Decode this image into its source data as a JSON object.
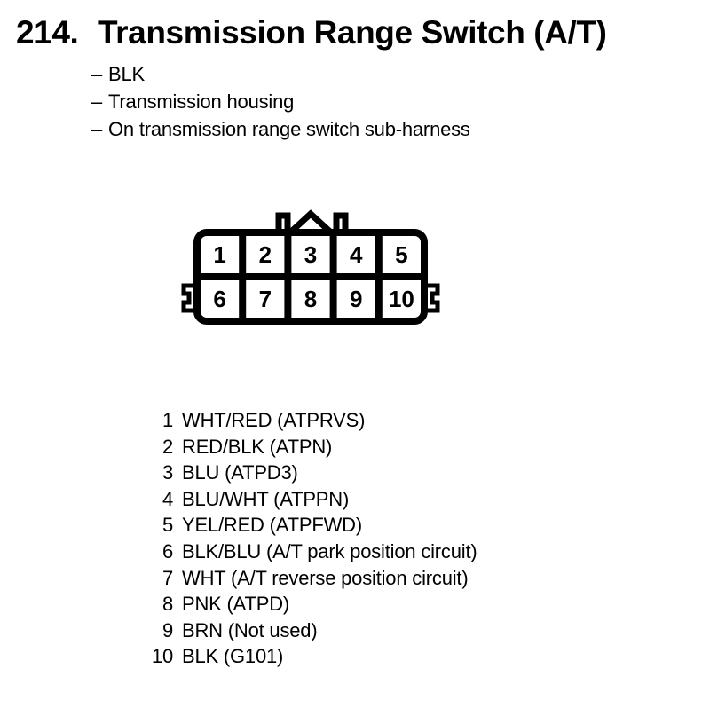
{
  "page": {
    "background": "#ffffff",
    "ink": "#000000"
  },
  "header": {
    "number": "214.",
    "title": "Transmission Range Switch (A/T)"
  },
  "bullets": {
    "dash": "–",
    "items": [
      "BLK",
      "Transmission housing",
      "On transmission range switch sub-harness"
    ]
  },
  "connector": {
    "type": "10-pin connector, 2 rows of 5, front view",
    "top_row": [
      "1",
      "2",
      "3",
      "4",
      "5"
    ],
    "bottom_row": [
      "6",
      "7",
      "8",
      "9",
      "10"
    ]
  },
  "pins": [
    {
      "num": "1",
      "desc": "WHT/RED (ATPRVS)"
    },
    {
      "num": "2",
      "desc": "RED/BLK (ATPN)"
    },
    {
      "num": "3",
      "desc": "BLU (ATPD3)"
    },
    {
      "num": "4",
      "desc": "BLU/WHT (ATPPN)"
    },
    {
      "num": "5",
      "desc": "YEL/RED (ATPFWD)"
    },
    {
      "num": "6",
      "desc": "BLK/BLU (A/T park position circuit)"
    },
    {
      "num": "7",
      "desc": "WHT (A/T reverse position circuit)"
    },
    {
      "num": "8",
      "desc": "PNK (ATPD)"
    },
    {
      "num": "9",
      "desc": "BRN (Not used)"
    },
    {
      "num": "10",
      "desc": "BLK (G101)"
    }
  ]
}
